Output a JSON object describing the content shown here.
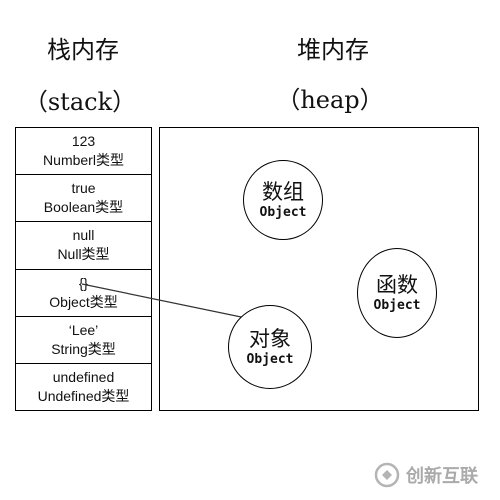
{
  "stack": {
    "title": "栈内存",
    "subtitle": "（stack）",
    "cells": [
      {
        "value": "123",
        "type": "Numberl类型"
      },
      {
        "value": "true",
        "type": "Boolean类型"
      },
      {
        "value": "null",
        "type": "Null类型"
      },
      {
        "value": "{}",
        "type": "Object类型"
      },
      {
        "value": "‘Lee’",
        "type": "String类型"
      },
      {
        "value": "undefined",
        "type": "Undefined类型"
      }
    ]
  },
  "heap": {
    "title": "堆内存",
    "subtitle": "（heap）",
    "nodes": {
      "array": {
        "label": "数组",
        "kind": "Object"
      },
      "func": {
        "label": "函数",
        "kind": "Object"
      },
      "object": {
        "label": "对象",
        "kind": "Object"
      }
    }
  },
  "watermark": {
    "text": "创新互联",
    "icon": "brand-logo-icon",
    "color": "#666666"
  }
}
